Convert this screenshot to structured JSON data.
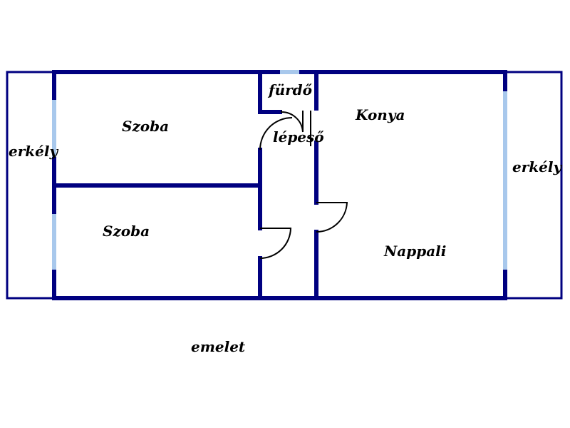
{
  "plan": {
    "colors": {
      "wall": "#000080",
      "window": "#a8c8ec",
      "background": "#ffffff",
      "text": "#000000"
    },
    "labels": {
      "balcony_left": "erkély",
      "balcony_right": "erkély",
      "room_top": "Szoba",
      "room_bottom": "Szoba",
      "bathroom": "fürdő",
      "stairs": "lépeső",
      "kitchen": "Konya",
      "living_room": "Nappali",
      "floor": "emelet"
    }
  }
}
